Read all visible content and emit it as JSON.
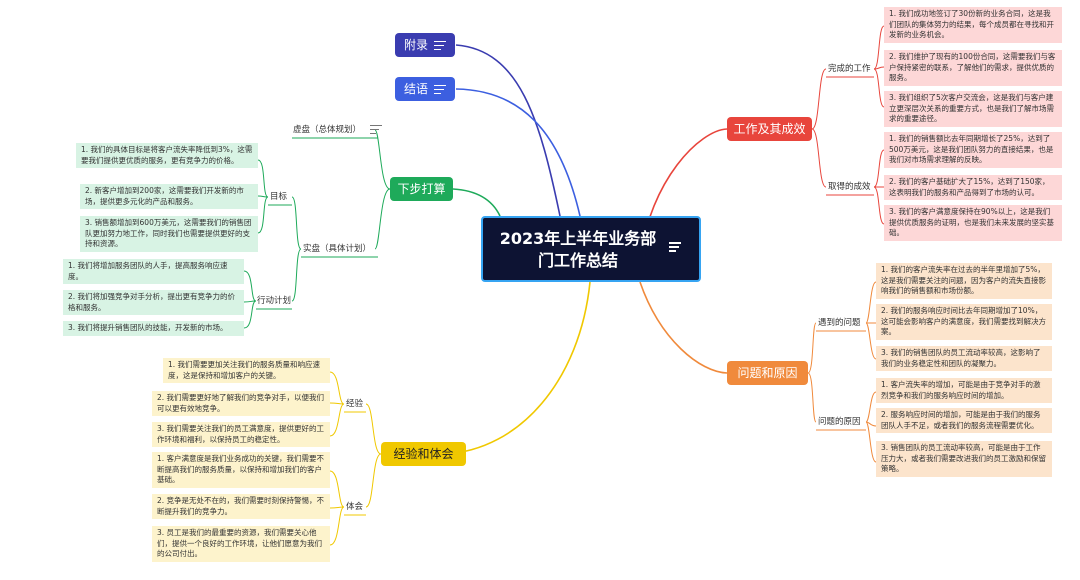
{
  "root": {
    "title": "2023年上半年业务部门工作总结"
  },
  "branches": {
    "appendix": {
      "label": "附录",
      "color": "#3a3cb0"
    },
    "conclusion": {
      "label": "结语",
      "color": "#3c5fe0"
    },
    "next_steps": {
      "label": "下步打算",
      "color": "#1eaa5a",
      "vision": {
        "label": "虚盘（总体规划）"
      },
      "concrete": {
        "label": "实盘（具体计划）",
        "goals": {
          "label": "目标",
          "items": [
            "1. 我们的具体目标是将客户流失率降低到3%，这需要我们提供更优质的服务，更有竞争力的价格。",
            "2. 新客户增加到200家，这需要我们开发新的市场，提供更多元化的产品和服务。",
            "3. 销售额增加到600万美元，这需要我们的销售团队更加努力地工作，同时我们也需要提供更好的支持和资源。"
          ]
        },
        "actions": {
          "label": "行动计划",
          "items": [
            "1. 我们将增加服务团队的人手，提高服务响应速度。",
            "2. 我们将加强竞争对手分析，提出更有竞争力的价格和服务。",
            "3. 我们将提升销售团队的技能，开发新的市场。"
          ]
        }
      }
    },
    "experience": {
      "label": "经验和体会",
      "color": "#f0c800",
      "lessons": {
        "label": "经验",
        "items": [
          "1. 我们需要更加关注我们的服务质量和响应速度，这是保持和增加客户的关键。",
          "2. 我们需要更好地了解我们的竞争对手，以便我们可以更有效地竞争。",
          "3. 我们需要关注我们的员工满意度，提供更好的工作环境和福利，以保持员工的稳定性。"
        ]
      },
      "insights": {
        "label": "体会",
        "items": [
          "1. 客户满意度是我们业务成功的关键，我们需要不断提高我们的服务质量，以保持和增加我们的客户基础。",
          "2. 竞争是无处不在的，我们需要时刻保持警惕，不断提升我们的竞争力。",
          "3. 员工是我们的最重要的资源，我们需要关心他们，提供一个良好的工作环境，让他们愿意为我们的公司付出。"
        ]
      }
    },
    "work": {
      "label": "工作及其成效",
      "color": "#e8453c",
      "completed": {
        "label": "完成的工作",
        "items": [
          "1. 我们成功地签订了30份新的业务合同，这是我们团队的集体努力的结果，每个成员都在寻找和开发新的业务机会。",
          "2. 我们维护了现有的100份合同，这需要我们与客户保持紧密的联系，了解他们的需求，提供优质的服务。",
          "3. 我们组织了5次客户交流会，这是我们与客户建立更深层次关系的重要方式，也是我们了解市场需求的重要途径。"
        ]
      },
      "results": {
        "label": "取得的成效",
        "items": [
          "1. 我们的销售额比去年同期增长了25%，达到了500万美元，这是我们团队努力的直接结果，也是我们对市场需求理解的反映。",
          "2. 我们的客户基础扩大了15%，达到了150家，这表明我们的服务和产品得到了市场的认可。",
          "3. 我们的客户满意度保持在90%以上，这是我们提供优质服务的证明，也是我们未来发展的坚实基础。"
        ]
      }
    },
    "problems": {
      "label": "问题和原因",
      "color": "#f08a3c",
      "encountered": {
        "label": "遇到的问题",
        "items": [
          "1. 我们的客户流失率在过去的半年里增加了5%，这是我们需要关注的问题，因为客户的流失直接影响我们的销售额和市场份额。",
          "2. 我们的服务响应时间比去年同期增加了10%，这可能会影响客户的满意度，我们需要找到解决方案。",
          "3. 我们的销售团队的员工流动率较高，这影响了我们的业务稳定性和团队的凝聚力。"
        ]
      },
      "causes": {
        "label": "问题的原因",
        "items": [
          "1. 客户流失率的增加，可能是由于竞争对手的激烈竞争和我们的服务响应时间的增加。",
          "2. 服务响应时间的增加，可能是由于我们的服务团队人手不足，或者我们的服务流程需要优化。",
          "3. 销售团队的员工流动率较高，可能是由于工作压力大，或者我们需要改进我们的员工激励和保留策略。"
        ]
      }
    }
  }
}
